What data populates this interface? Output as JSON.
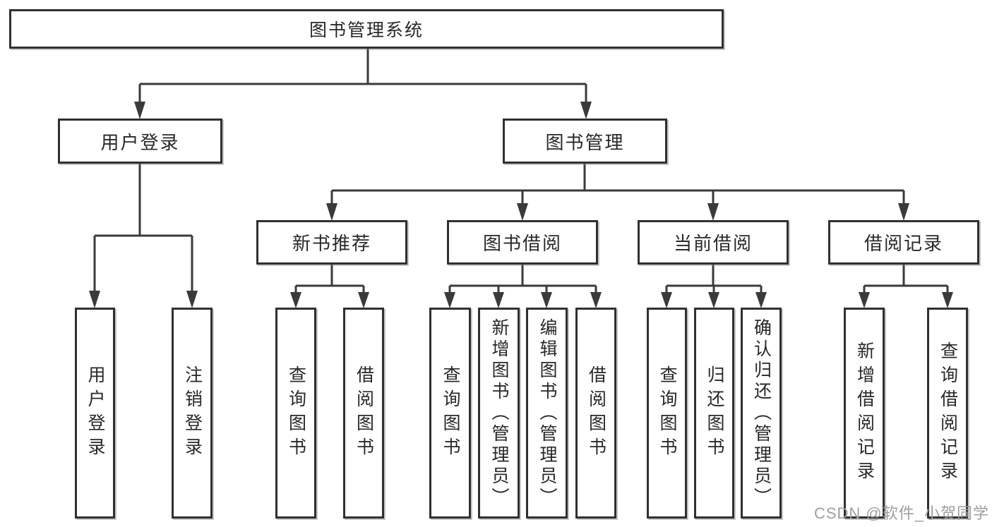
{
  "nodes": {
    "root": "图书管理系统",
    "user_login": "用户登录",
    "book_mgmt": "图书管理",
    "new_book_rec": "新书推荐",
    "book_borrow": "图书借阅",
    "current_borrow": "当前借阅",
    "borrow_records": "借阅记录",
    "leaf_user_login": "用户登录",
    "leaf_logout": "注销登录",
    "leaf_query_book_1": "查询图书",
    "leaf_borrow_book_1": "借阅图书",
    "leaf_query_book_2": "查询图书",
    "leaf_add_book": "新增图书（管理员）",
    "leaf_edit_book": "编辑图书（管理员）",
    "leaf_borrow_book_2": "借阅图书",
    "leaf_query_book_3": "查询图书",
    "leaf_return_book": "归还图书",
    "leaf_confirm_return": "确认归还（管理员）",
    "leaf_add_record": "新增借阅记录",
    "leaf_query_record": "查询借阅记录"
  },
  "tree": {
    "label": "图书管理系统",
    "children": [
      {
        "label": "用户登录",
        "children": [
          {
            "label": "用户登录"
          },
          {
            "label": "注销登录"
          }
        ]
      },
      {
        "label": "图书管理",
        "children": [
          {
            "label": "新书推荐",
            "children": [
              {
                "label": "查询图书"
              },
              {
                "label": "借阅图书"
              }
            ]
          },
          {
            "label": "图书借阅",
            "children": [
              {
                "label": "查询图书"
              },
              {
                "label": "新增图书（管理员）"
              },
              {
                "label": "编辑图书（管理员）"
              },
              {
                "label": "借阅图书"
              }
            ]
          },
          {
            "label": "当前借阅",
            "children": [
              {
                "label": "查询图书"
              },
              {
                "label": "归还图书"
              },
              {
                "label": "确认归还（管理员）"
              }
            ]
          },
          {
            "label": "借阅记录",
            "children": [
              {
                "label": "新增借阅记录"
              },
              {
                "label": "查询借阅记录"
              }
            ]
          }
        ]
      }
    ]
  },
  "watermark": "CSDN @软件_小贺同学",
  "colors": {
    "background": "#ffffff",
    "box_border": "#303030",
    "line": "#3a3a3a",
    "text": "#282828",
    "watermark": "#9e9e9e"
  }
}
